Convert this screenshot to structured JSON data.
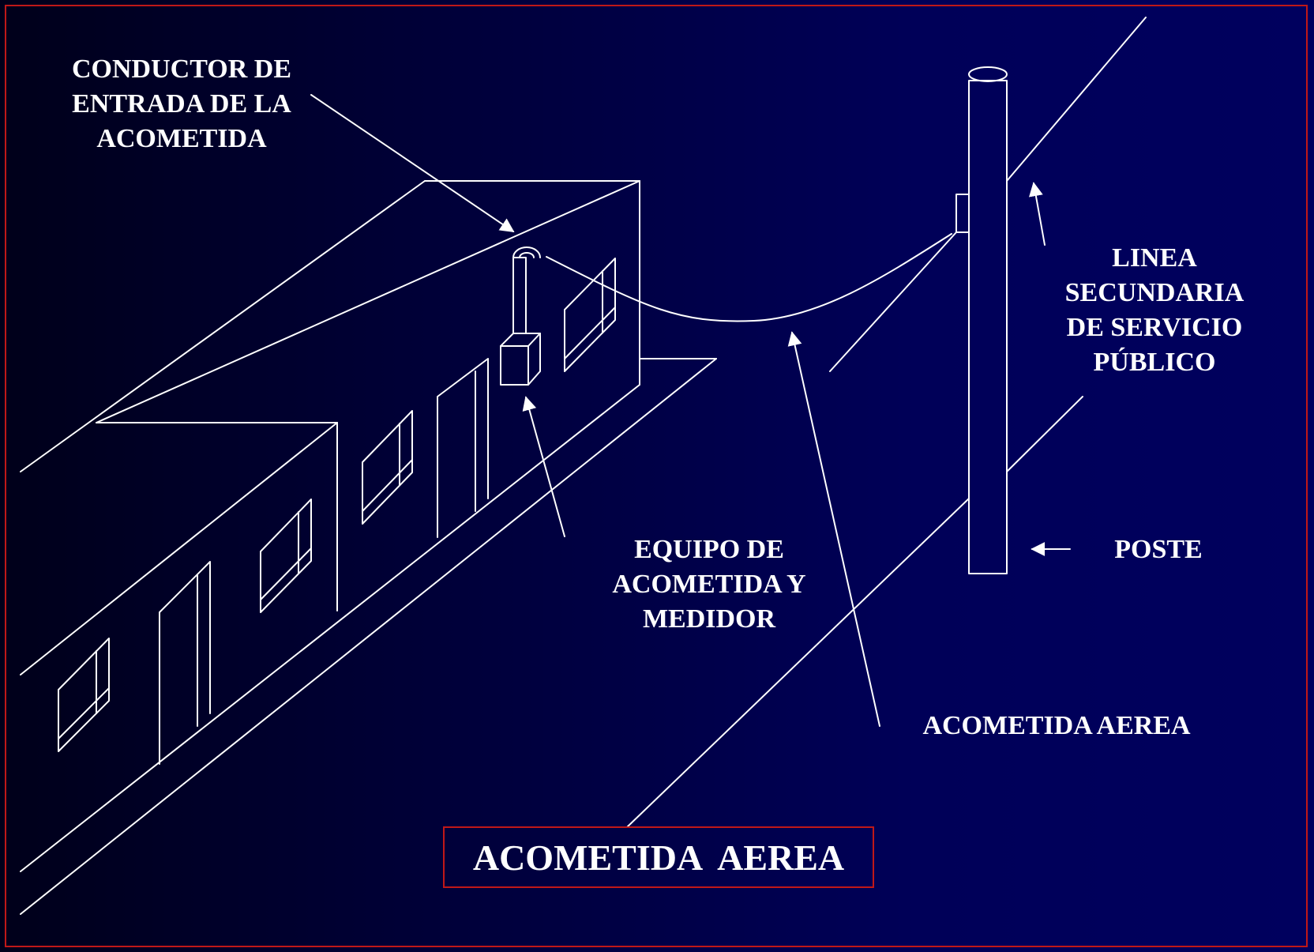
{
  "diagram": {
    "title": "ACOMETIDA  AEREA",
    "labels": {
      "service_entrance_conductor": [
        "CONDUCTOR DE",
        "ENTRADA DE LA",
        "ACOMETIDA"
      ],
      "secondary_line": [
        "LINEA",
        "SECUNDARIA",
        "DE SERVICIO",
        "PÚBLICO"
      ],
      "service_equipment": [
        "EQUIPO DE",
        "ACOMETIDA Y",
        "MEDIDOR"
      ],
      "pole": "POSTE",
      "aerial_service_drop": "ACOMETIDA AEREA"
    },
    "colors": {
      "background_left": "#00001a",
      "background_right": "#00005e",
      "line": "#ffffff",
      "frame": "#c01818"
    }
  }
}
